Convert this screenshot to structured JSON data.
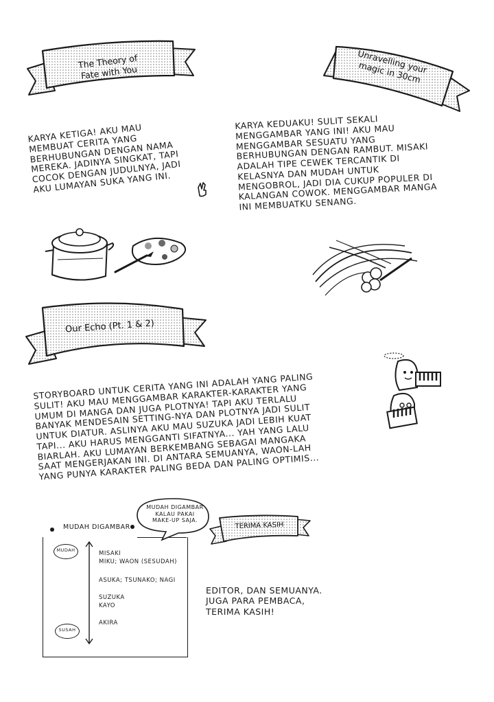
{
  "sections": {
    "theory": {
      "title": "The Theory of\nFate with You",
      "body": "KARYA KETIGA! AKU MAU\nMEMBUAT CERITA YANG\nBERHUBUNGAN DENGAN NAMA\nMEREKA. JADINYA SINGKAT, TAPI\nCOCOK DENGAN JUDULNYA, JADI\nAKU LUMAYAN SUKA YANG INI."
    },
    "unravelling": {
      "title": "Unravelling your\nmagic in 30cm",
      "body": "KARYA KEDUAKU! SULIT SEKALI\nMENGGAMBAR YANG INI! AKU MAU\nMENGGAMBAR SESUATU YANG\nBERHUBUNGAN DENGAN RAMBUT. MISAKI\nADALAH TIPE CEWEK TERCANTIK DI\nKELASNYA DAN MUDAH UNTUK\nMENGOBROL, JADI DIA CUKUP POPULER DI\nKALANGAN COWOK. MENGGAMBAR MANGA\nINI MEMBUATKU SENANG."
    },
    "echo": {
      "title": "Our Echo (Pt. 1 & 2)",
      "body": "STORYBOARD UNTUK CERITA YANG INI ADALAH YANG PALING\nSULIT! AKU MAU MENGGAMBAR KARAKTER-KARAKTER YANG\nUMUM DI MANGA DAN JUGA PLOTNYA! TAPI AKU TERLALU\nBANYAK MENDESAIN SETTING-NYA DAN PLOTNYA JADI SULIT\nUNTUK DIATUR. ASLINYA AKU MAU SUZUKA JADI LEBIH KUAT\nTAPI... AKU HARUS MENGGANTI SIFATNYA... YAH YANG LALU\nBIARLAH. AKU LUMAYAN BERKEMBANG SEBAGAI MANGAKA\nSAAT MENGERJAKAN INI. DI ANTARA SEMUANYA, WAON-LAH\nYANG PUNYA KARAKTER PALING BEDA DAN PALING OPTIMIS..."
    },
    "thanks": {
      "title": "TERIMA KASIH",
      "body": "EDITOR, DAN SEMUANYA.\nJUGA PARA PEMBACA,\nTERIMA KASIH!"
    }
  },
  "chart": {
    "heading": "MUDAH DIGAMBAR",
    "bubble": "MUDAH DIGAMBAR\nKALAU PAKAI\nMAKE-UP SAJA.",
    "top_label": "MUDAH",
    "bottom_label": "SUSAH",
    "entries": [
      "MISAKI\nMIKU; WAON (SESUDAH)",
      "ASUKA; TSUNAKO; NAGI",
      "SUZUKA\nKAYO",
      "AKIRA"
    ]
  },
  "colors": {
    "ink": "#1a1a1a",
    "ribbon_fill": "#d9d9d9"
  }
}
